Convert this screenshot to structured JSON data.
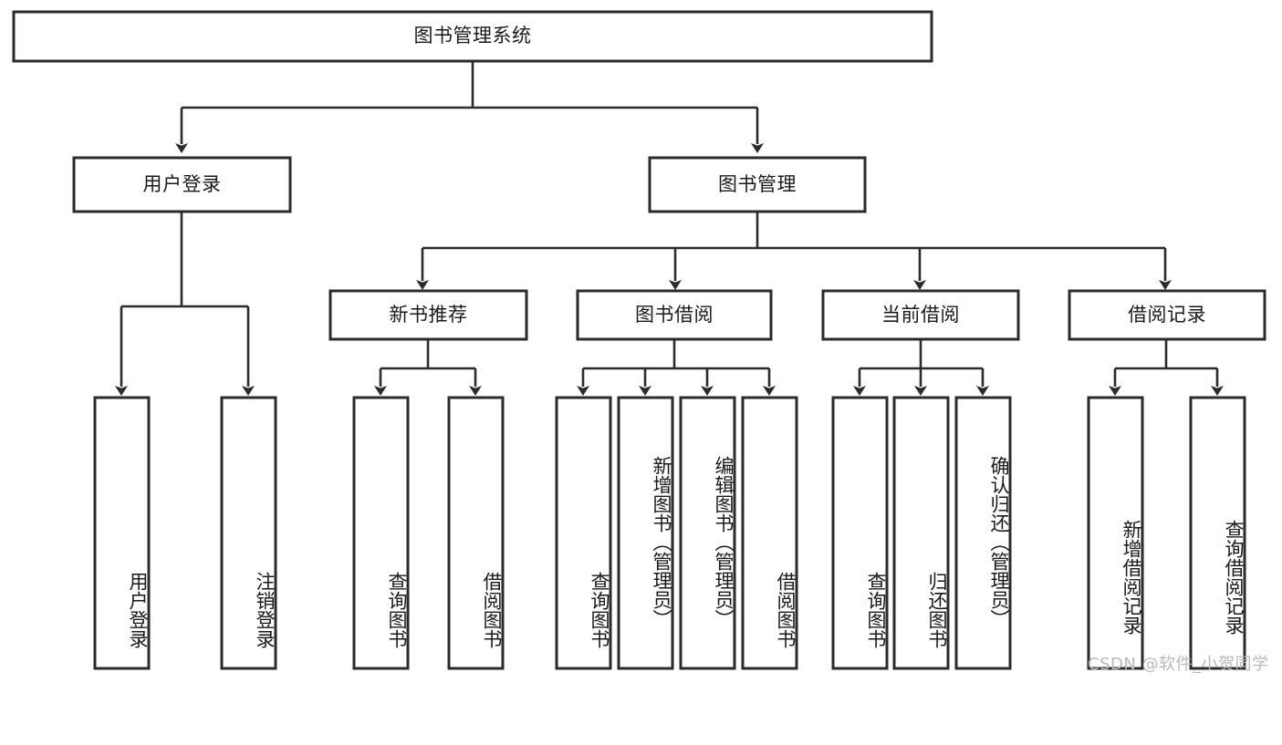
{
  "diagram": {
    "title": "图书管理系统",
    "type": "功能结构图",
    "orientation": "top-down-tree",
    "box_fill": "#ffffff",
    "box_stroke": "#2b2b2b",
    "text_color": "#1a1a1a",
    "background": "#ffffff"
  },
  "root": {
    "label": "图书管理系统"
  },
  "level2": [
    {
      "id": "user-login",
      "label": "用户登录"
    },
    {
      "id": "book-manage",
      "label": "图书管理"
    }
  ],
  "level3": [
    {
      "id": "new-book-recommend",
      "label": "新书推荐"
    },
    {
      "id": "book-borrow",
      "label": "图书借阅"
    },
    {
      "id": "current-borrow",
      "label": "当前借阅"
    },
    {
      "id": "borrow-record",
      "label": "借阅记录"
    }
  ],
  "leaves": {
    "user_login": [
      {
        "id": "leaf-user-login",
        "label": "用户登录"
      },
      {
        "id": "leaf-logout-login",
        "label": "注销登录"
      }
    ],
    "new_book_recommend": [
      {
        "id": "leaf-query-book-1",
        "label": "查询图书"
      },
      {
        "id": "leaf-borrow-book-1",
        "label": "借阅图书"
      }
    ],
    "book_borrow": [
      {
        "id": "leaf-query-book-2",
        "label": "查询图书"
      },
      {
        "id": "leaf-add-book",
        "label": "新增图书（管理员）"
      },
      {
        "id": "leaf-edit-book",
        "label": "编辑图书（管理员）"
      },
      {
        "id": "leaf-borrow-book-2",
        "label": "借阅图书"
      }
    ],
    "current_borrow": [
      {
        "id": "leaf-query-book-3",
        "label": "查询图书"
      },
      {
        "id": "leaf-return-book",
        "label": "归还图书"
      },
      {
        "id": "leaf-confirm-return",
        "label": "确认归还（管理员）"
      }
    ],
    "borrow_record": [
      {
        "id": "leaf-add-borrow-record",
        "label": "新增借阅记录"
      },
      {
        "id": "leaf-query-borrow-record",
        "label": "查询借阅记录"
      }
    ]
  },
  "watermark": {
    "text": "CSDN @软件_小贺同学"
  }
}
